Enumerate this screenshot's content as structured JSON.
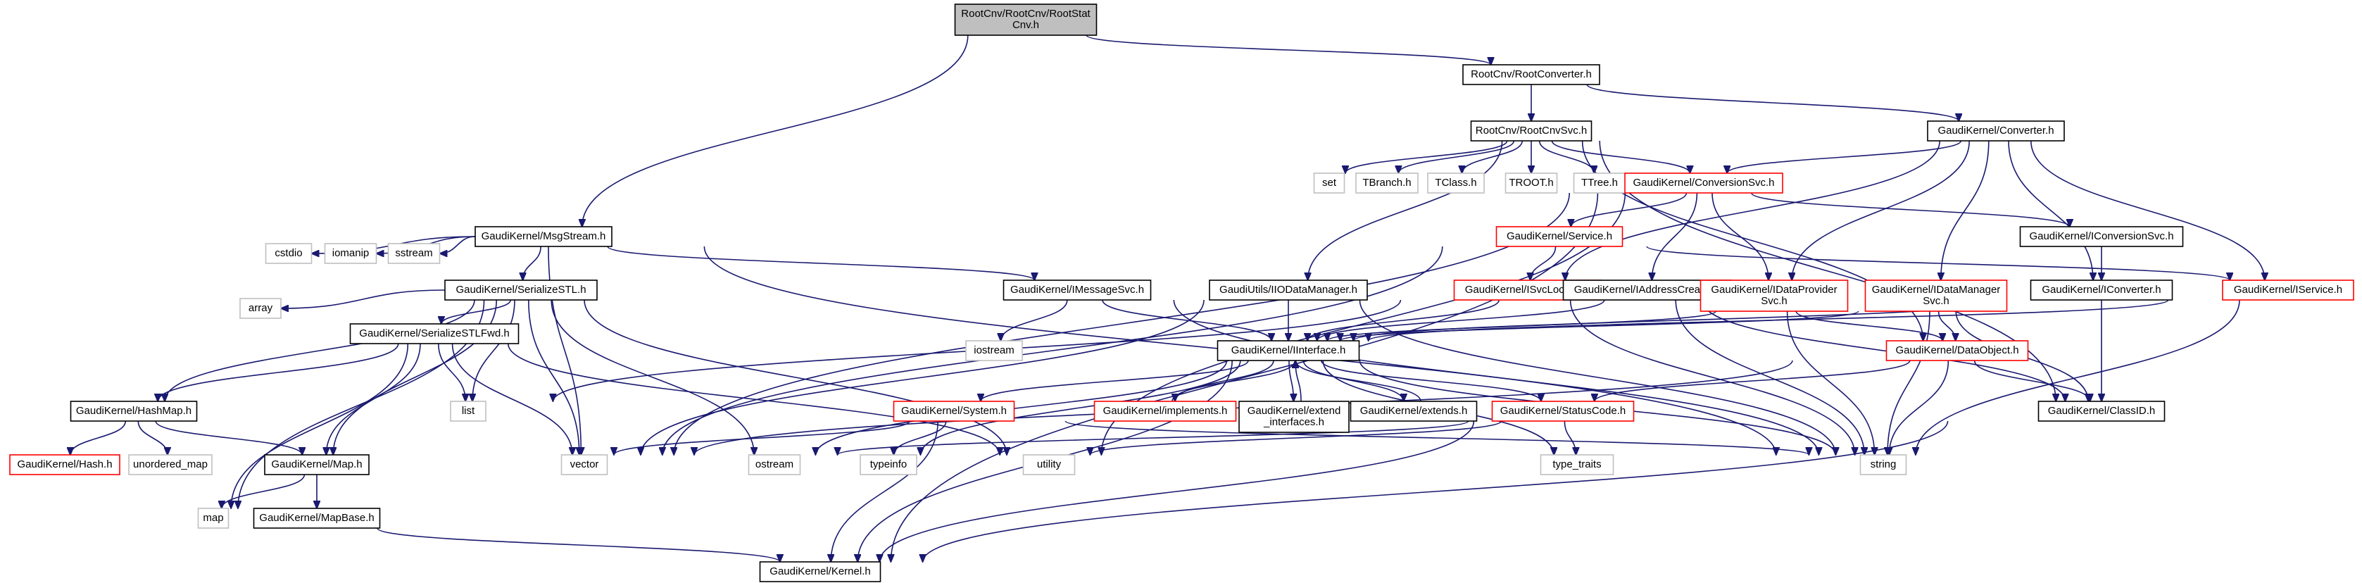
{
  "colors": {
    "edge": "#191970",
    "border_default": "#000000",
    "border_incomplete": "#ff0000",
    "border_external": "#bfbfbf",
    "fill_root": "#bfbfbf",
    "fill_default": "#ffffff"
  },
  "nodes": [
    {
      "id": "root",
      "lines": [
        "RootCnv/RootCnv/RootStat",
        "Cnv.h"
      ],
      "style": "root"
    },
    {
      "id": "rootconverter",
      "lines": [
        "RootCnv/RootConverter.h"
      ],
      "style": "normal"
    },
    {
      "id": "msgstream",
      "lines": [
        "GaudiKernel/MsgStream.h"
      ],
      "style": "normal"
    },
    {
      "id": "rootcnvsvc",
      "lines": [
        "RootCnv/RootCnvSvc.h"
      ],
      "style": "normal"
    },
    {
      "id": "converter",
      "lines": [
        "GaudiKernel/Converter.h"
      ],
      "style": "normal"
    },
    {
      "id": "set",
      "lines": [
        "set"
      ],
      "style": "external"
    },
    {
      "id": "tbranch",
      "lines": [
        "TBranch.h"
      ],
      "style": "external"
    },
    {
      "id": "tclass",
      "lines": [
        "TClass.h"
      ],
      "style": "external"
    },
    {
      "id": "troot",
      "lines": [
        "TROOT.h"
      ],
      "style": "external"
    },
    {
      "id": "ttree",
      "lines": [
        "TTree.h"
      ],
      "style": "external"
    },
    {
      "id": "conversionsvc",
      "lines": [
        "GaudiKernel/ConversionSvc.h"
      ],
      "style": "incomplete"
    },
    {
      "id": "service",
      "lines": [
        "GaudiKernel/Service.h"
      ],
      "style": "incomplete"
    },
    {
      "id": "iconversionsvc",
      "lines": [
        "GaudiKernel/IConversionSvc.h"
      ],
      "style": "normal"
    },
    {
      "id": "cstdio",
      "lines": [
        "cstdio"
      ],
      "style": "external"
    },
    {
      "id": "iomanip",
      "lines": [
        "iomanip"
      ],
      "style": "external"
    },
    {
      "id": "sstream",
      "lines": [
        "sstream"
      ],
      "style": "external"
    },
    {
      "id": "serializestl",
      "lines": [
        "GaudiKernel/SerializeSTL.h"
      ],
      "style": "normal"
    },
    {
      "id": "imessagesvc",
      "lines": [
        "GaudiKernel/IMessageSvc.h"
      ],
      "style": "normal"
    },
    {
      "id": "iiodatamanager",
      "lines": [
        "GaudiUtils/IIODataManager.h"
      ],
      "style": "normal"
    },
    {
      "id": "isvclocator",
      "lines": [
        "GaudiKernel/ISvcLocator.h"
      ],
      "style": "incomplete"
    },
    {
      "id": "iaddresscreator",
      "lines": [
        "GaudiKernel/IAddressCreator.h"
      ],
      "style": "normal"
    },
    {
      "id": "idataprovidersvc",
      "lines": [
        "GaudiKernel/IDataProvider",
        "Svc.h"
      ],
      "style": "incomplete"
    },
    {
      "id": "idatamanagersvc",
      "lines": [
        "GaudiKernel/IDataManager",
        "Svc.h"
      ],
      "style": "incomplete"
    },
    {
      "id": "iconverter",
      "lines": [
        "GaudiKernel/IConverter.h"
      ],
      "style": "normal"
    },
    {
      "id": "iservice",
      "lines": [
        "GaudiKernel/IService.h"
      ],
      "style": "incomplete"
    },
    {
      "id": "array",
      "lines": [
        "array"
      ],
      "style": "external"
    },
    {
      "id": "serializestlfwd",
      "lines": [
        "GaudiKernel/SerializeSTLFwd.h"
      ],
      "style": "normal"
    },
    {
      "id": "iostream",
      "lines": [
        "iostream"
      ],
      "style": "external"
    },
    {
      "id": "iinterface",
      "lines": [
        "GaudiKernel/IInterface.h"
      ],
      "style": "normal"
    },
    {
      "id": "dataobject",
      "lines": [
        "GaudiKernel/DataObject.h"
      ],
      "style": "incomplete"
    },
    {
      "id": "hashmap",
      "lines": [
        "GaudiKernel/HashMap.h"
      ],
      "style": "normal"
    },
    {
      "id": "list",
      "lines": [
        "list"
      ],
      "style": "external"
    },
    {
      "id": "implements",
      "lines": [
        "GaudiKernel/implements.h"
      ],
      "style": "incomplete"
    },
    {
      "id": "extendinterfaces",
      "lines": [
        "GaudiKernel/extend",
        "_interfaces.h"
      ],
      "style": "normal"
    },
    {
      "id": "extends",
      "lines": [
        "GaudiKernel/extends.h"
      ],
      "style": "normal"
    },
    {
      "id": "system",
      "lines": [
        "GaudiKernel/System.h"
      ],
      "style": "incomplete"
    },
    {
      "id": "statuscode",
      "lines": [
        "GaudiKernel/StatusCode.h"
      ],
      "style": "incomplete"
    },
    {
      "id": "classid",
      "lines": [
        "GaudiKernel/ClassID.h"
      ],
      "style": "normal"
    },
    {
      "id": "hash",
      "lines": [
        "GaudiKernel/Hash.h"
      ],
      "style": "incomplete"
    },
    {
      "id": "unorderedmap",
      "lines": [
        "unordered_map"
      ],
      "style": "external"
    },
    {
      "id": "map_h",
      "lines": [
        "GaudiKernel/Map.h"
      ],
      "style": "normal"
    },
    {
      "id": "vector",
      "lines": [
        "vector"
      ],
      "style": "external"
    },
    {
      "id": "ostream",
      "lines": [
        "ostream"
      ],
      "style": "external"
    },
    {
      "id": "typeinfo",
      "lines": [
        "typeinfo"
      ],
      "style": "external"
    },
    {
      "id": "utility",
      "lines": [
        "utility"
      ],
      "style": "external"
    },
    {
      "id": "typetraits",
      "lines": [
        "type_traits"
      ],
      "style": "external"
    },
    {
      "id": "string",
      "lines": [
        "string"
      ],
      "style": "external"
    },
    {
      "id": "map",
      "lines": [
        "map"
      ],
      "style": "external"
    },
    {
      "id": "mapbase",
      "lines": [
        "GaudiKernel/MapBase.h"
      ],
      "style": "normal"
    },
    {
      "id": "kernel",
      "lines": [
        "GaudiKernel/Kernel.h"
      ],
      "style": "normal"
    }
  ],
  "edges": [
    [
      "root",
      "rootconverter"
    ],
    [
      "root",
      "msgstream"
    ],
    [
      "rootconverter",
      "rootcnvsvc"
    ],
    [
      "rootconverter",
      "converter"
    ],
    [
      "rootcnvsvc",
      "set"
    ],
    [
      "rootcnvsvc",
      "tbranch"
    ],
    [
      "rootcnvsvc",
      "tclass"
    ],
    [
      "rootcnvsvc",
      "troot"
    ],
    [
      "rootcnvsvc",
      "ttree"
    ],
    [
      "rootcnvsvc",
      "conversionsvc"
    ],
    [
      "rootcnvsvc",
      "iiodatamanager"
    ],
    [
      "rootcnvsvc",
      "dataobject"
    ],
    [
      "rootcnvsvc",
      "classid"
    ],
    [
      "converter",
      "conversionsvc"
    ],
    [
      "converter",
      "isvclocator"
    ],
    [
      "converter",
      "idataprovidersvc"
    ],
    [
      "converter",
      "idatamanagersvc"
    ],
    [
      "converter",
      "iconverter"
    ],
    [
      "converter",
      "iservice"
    ],
    [
      "conversionsvc",
      "service"
    ],
    [
      "conversionsvc",
      "iconversionsvc"
    ],
    [
      "conversionsvc",
      "iaddresscreator"
    ],
    [
      "conversionsvc",
      "idataprovidersvc"
    ],
    [
      "conversionsvc",
      "vector"
    ],
    [
      "conversionsvc",
      "utility"
    ],
    [
      "conversionsvc",
      "kernel"
    ],
    [
      "service",
      "isvclocator"
    ],
    [
      "service",
      "iservice"
    ],
    [
      "service",
      "vector"
    ],
    [
      "iconversionsvc",
      "iconverter"
    ],
    [
      "msgstream",
      "cstdio"
    ],
    [
      "msgstream",
      "iomanip"
    ],
    [
      "msgstream",
      "sstream"
    ],
    [
      "msgstream",
      "serializestl"
    ],
    [
      "msgstream",
      "imessagesvc"
    ],
    [
      "msgstream",
      "vector"
    ],
    [
      "msgstream",
      "string"
    ],
    [
      "serializestl",
      "array"
    ],
    [
      "serializestl",
      "serializestlfwd"
    ],
    [
      "serializestl",
      "hashmap"
    ],
    [
      "serializestl",
      "list"
    ],
    [
      "serializestl",
      "map_h"
    ],
    [
      "serializestl",
      "vector"
    ],
    [
      "serializestl",
      "ostream"
    ],
    [
      "serializestl",
      "utility"
    ],
    [
      "serializestl",
      "map"
    ],
    [
      "serializestlfwd",
      "hashmap"
    ],
    [
      "serializestlfwd",
      "list"
    ],
    [
      "serializestlfwd",
      "map_h"
    ],
    [
      "serializestlfwd",
      "vector"
    ],
    [
      "serializestlfwd",
      "utility"
    ],
    [
      "serializestlfwd",
      "map"
    ],
    [
      "imessagesvc",
      "iostream"
    ],
    [
      "imessagesvc",
      "iinterface"
    ],
    [
      "imessagesvc",
      "string"
    ],
    [
      "iiodatamanager",
      "iinterface"
    ],
    [
      "iiodatamanager",
      "vector"
    ],
    [
      "iiodatamanager",
      "string"
    ],
    [
      "isvclocator",
      "iinterface"
    ],
    [
      "isvclocator",
      "string"
    ],
    [
      "isvclocator",
      "list"
    ],
    [
      "iaddresscreator",
      "iinterface"
    ],
    [
      "iaddresscreator",
      "classid"
    ],
    [
      "iaddresscreator",
      "string"
    ],
    [
      "idataprovidersvc",
      "iinterface"
    ],
    [
      "idataprovidersvc",
      "dataobject"
    ],
    [
      "idataprovidersvc",
      "string"
    ],
    [
      "idatamanagersvc",
      "iinterface"
    ],
    [
      "idatamanagersvc",
      "dataobject"
    ],
    [
      "idatamanagersvc",
      "classid"
    ],
    [
      "idatamanagersvc",
      "string"
    ],
    [
      "iconverter",
      "iinterface"
    ],
    [
      "iconverter",
      "classid"
    ],
    [
      "iservice",
      "iinterface"
    ],
    [
      "iservice",
      "string"
    ],
    [
      "iinterface",
      "implements"
    ],
    [
      "iinterface",
      "extendinterfaces"
    ],
    [
      "iinterface",
      "extends"
    ],
    [
      "iinterface",
      "system"
    ],
    [
      "iinterface",
      "statuscode"
    ],
    [
      "iinterface",
      "ostream"
    ],
    [
      "iinterface",
      "typeinfo"
    ],
    [
      "iinterface",
      "string"
    ],
    [
      "iinterface",
      "typetraits"
    ],
    [
      "iinterface",
      "kernel"
    ],
    [
      "implements",
      "iinterface"
    ],
    [
      "extendinterfaces",
      "iinterface"
    ],
    [
      "extends",
      "iinterface"
    ],
    [
      "dataobject",
      "classid"
    ],
    [
      "dataobject",
      "statuscode"
    ],
    [
      "dataobject",
      "string"
    ],
    [
      "dataobject",
      "vector"
    ],
    [
      "system",
      "kernel"
    ],
    [
      "system",
      "typeinfo"
    ],
    [
      "system",
      "string"
    ],
    [
      "system",
      "vector"
    ],
    [
      "statuscode",
      "ostream"
    ],
    [
      "statuscode",
      "utility"
    ],
    [
      "statuscode",
      "typetraits"
    ],
    [
      "statuscode",
      "kernel"
    ],
    [
      "hashmap",
      "hash"
    ],
    [
      "hashmap",
      "unorderedmap"
    ],
    [
      "hashmap",
      "map_h"
    ],
    [
      "map_h",
      "mapbase"
    ],
    [
      "map_h",
      "map"
    ],
    [
      "mapbase",
      "kernel"
    ],
    [
      "classid",
      "kernel"
    ]
  ]
}
